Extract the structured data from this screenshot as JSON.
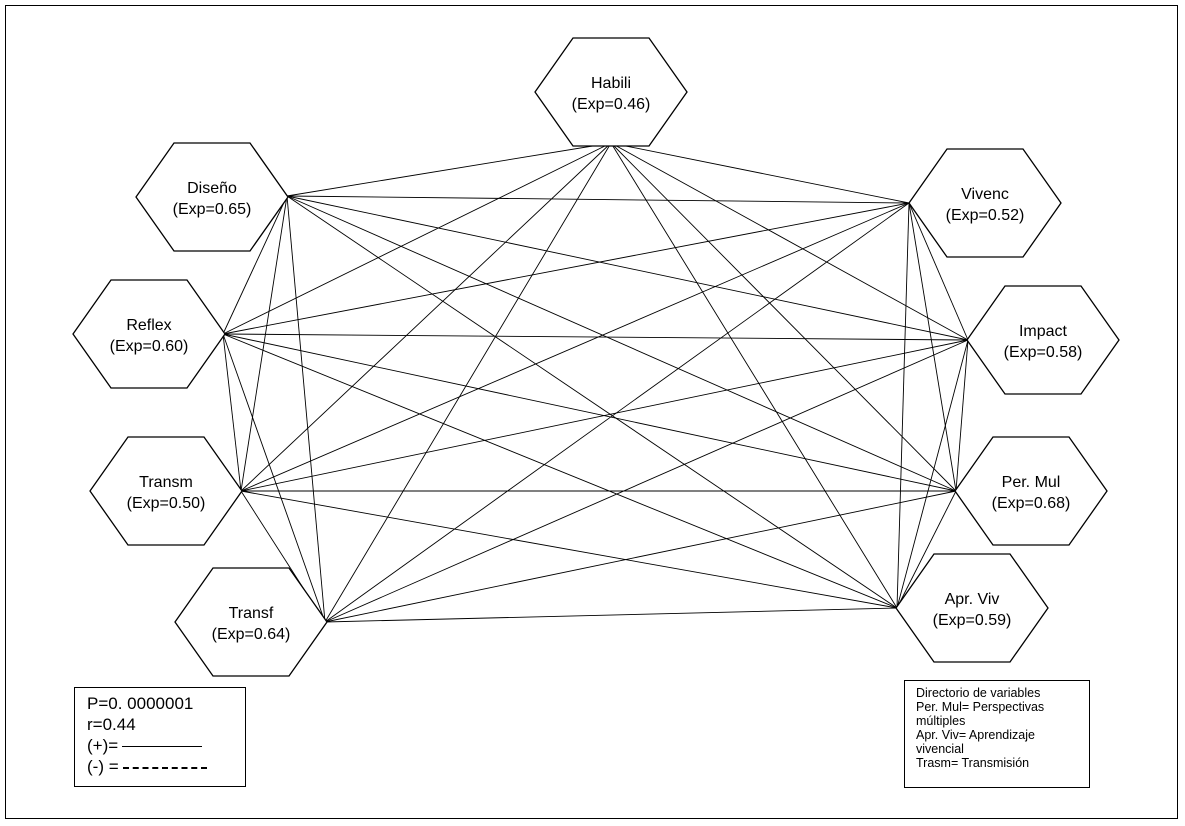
{
  "nodes": [
    {
      "id": "habili",
      "name": "Habili",
      "exp": "(Exp=0.46)"
    },
    {
      "id": "diseno",
      "name": "Diseño",
      "exp": "(Exp=0.65)"
    },
    {
      "id": "reflex",
      "name": "Reflex",
      "exp": "(Exp=0.60)"
    },
    {
      "id": "transm",
      "name": "Transm",
      "exp": "(Exp=0.50)"
    },
    {
      "id": "transf",
      "name": "Transf",
      "exp": "(Exp=0.64)"
    },
    {
      "id": "vivenc",
      "name": "Vivenc",
      "exp": "(Exp=0.52)"
    },
    {
      "id": "impact",
      "name": "Impact",
      "exp": "(Exp=0.58)"
    },
    {
      "id": "permul",
      "name": "Per. Mul",
      "exp": "(Exp=0.68)"
    },
    {
      "id": "aprviv",
      "name": "Apr. Viv",
      "exp": "(Exp=0.59)"
    }
  ],
  "connections": "all-pairs-solid",
  "stats": {
    "p_value": "P=0. 0000001",
    "r_value": "r=0.44",
    "positive_label": "(+)=",
    "negative_label": "(-) ="
  },
  "directory": {
    "title": "Directorio de variables",
    "entries": [
      "Per. Mul= Perspectivas múltiples",
      "Apr. Viv= Aprendizaje vivencial",
      "Trasm= Transmisión"
    ]
  }
}
